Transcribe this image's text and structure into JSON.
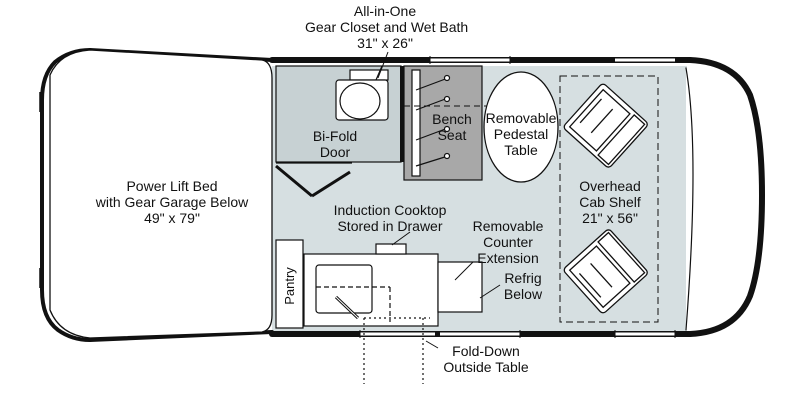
{
  "diagram": {
    "labels": {
      "bath": [
        "All-in-One",
        "Gear Closet and Wet Bath",
        "31\" x 26\""
      ],
      "bifold": [
        "Bi-Fold",
        "Door"
      ],
      "bench": [
        "Bench",
        "Seat"
      ],
      "table": [
        "Removable",
        "Pedestal",
        "Table"
      ],
      "bed": [
        "Power Lift Bed",
        "with Gear Garage Below",
        "49\" x 79\""
      ],
      "cooktop": [
        "Induction Cooktop",
        "Stored in Drawer"
      ],
      "counter": [
        "Removable",
        "Counter",
        "Extension"
      ],
      "refrig": [
        "Refrig",
        "Below"
      ],
      "shelf": [
        "Overhead",
        "Cab Shelf",
        "21\" x 56\""
      ],
      "pantry": "Pantry",
      "outside_table": [
        "Fold-Down",
        "Outside Table"
      ]
    },
    "colors": {
      "floor": "#d6dfe1",
      "outline": "#111111",
      "furniture": "#ffffff",
      "bench": "#a8a8a8"
    }
  }
}
